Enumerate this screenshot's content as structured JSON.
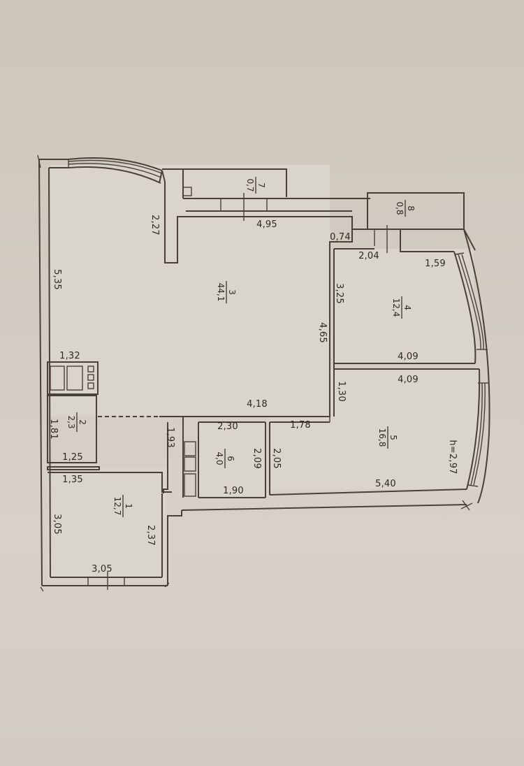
{
  "plan": {
    "background_color": "#cfc7bc",
    "line_color": "#4a4038",
    "ceiling_height_label": "h=2,97",
    "rooms": [
      {
        "number": "1",
        "area": "12,7"
      },
      {
        "number": "2",
        "area": "2,3"
      },
      {
        "number": "3",
        "area": "44,1"
      },
      {
        "number": "4",
        "area": "12,4"
      },
      {
        "number": "5",
        "area": "16,8"
      },
      {
        "number": "6",
        "area": "4,0"
      },
      {
        "number": "7",
        "area": "0,7"
      },
      {
        "number": "8",
        "area": "0,8"
      }
    ],
    "dimensions": {
      "d_5_35": "5,35",
      "d_2_27": "2,27",
      "d_4_95": "4,95",
      "d_0_74": "0,74",
      "d_2_04": "2,04",
      "d_1_59": "1,59",
      "d_3_25": "3,25",
      "d_4_65": "4,65",
      "d_4_09_top": "4,09",
      "d_4_09_bottom": "4,09",
      "d_1_30": "1,30",
      "d_1_32": "1,32",
      "d_1_81": "1,81",
      "d_1_25": "1,25",
      "d_4_18": "4,18",
      "d_2_30": "2,30",
      "d_1_78": "1,78",
      "d_1_93": "1,93",
      "d_2_09": "2,09",
      "d_2_05": "2,05",
      "d_1_90": "1,90",
      "d_5_40": "5,40",
      "d_1_35": "1,35",
      "d_3_05_side": "3,05",
      "d_2_37": "2,37",
      "d_3_05_bottom": "3,05"
    }
  }
}
